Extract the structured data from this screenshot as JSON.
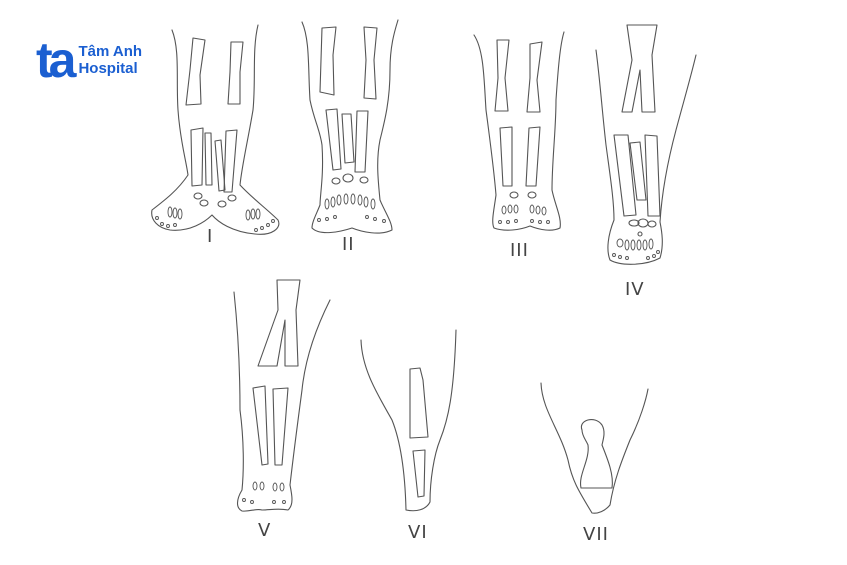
{
  "logo": {
    "mark": "ta",
    "line1": "Tâm Anh",
    "line2": "Hospital",
    "color": "#1b5fd1"
  },
  "figures": [
    {
      "id": "fig-1",
      "label": "I"
    },
    {
      "id": "fig-2",
      "label": "II"
    },
    {
      "id": "fig-3",
      "label": "III"
    },
    {
      "id": "fig-4",
      "label": "IV"
    },
    {
      "id": "fig-5",
      "label": "V"
    },
    {
      "id": "fig-6",
      "label": "VI"
    },
    {
      "id": "fig-7",
      "label": "VII"
    }
  ],
  "line_color": "#555555"
}
